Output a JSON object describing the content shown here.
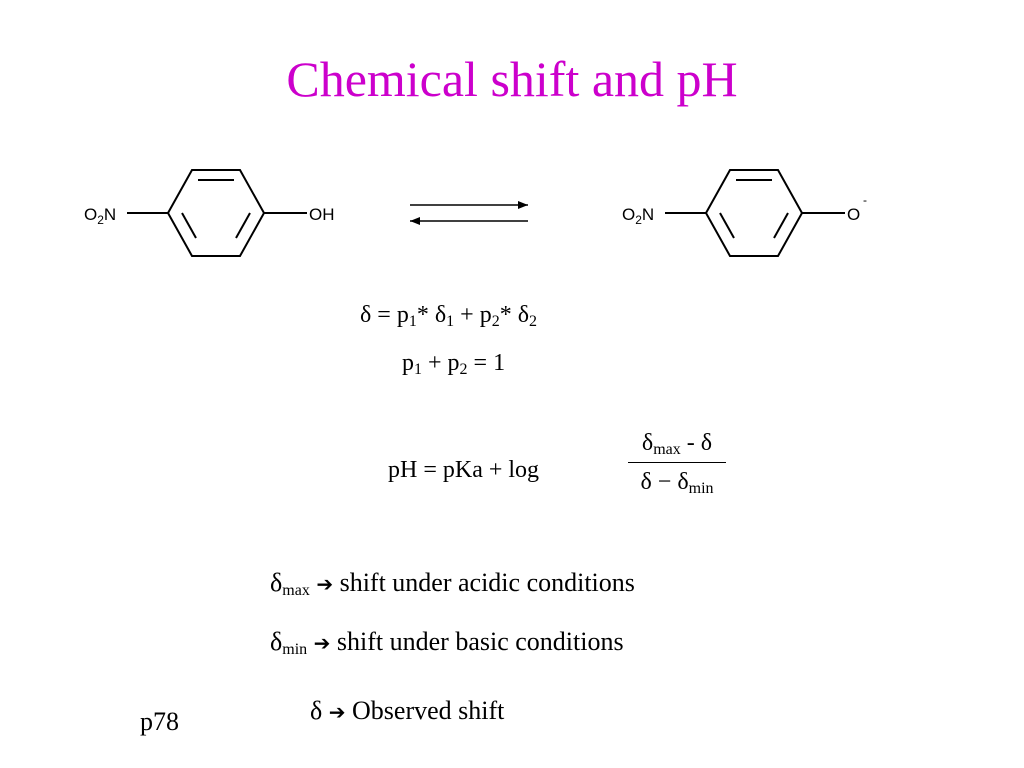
{
  "title": {
    "text": "Chemical shift and pH",
    "color": "#cc00cc"
  },
  "scheme": {
    "left_molecule": {
      "substituent_left": "O",
      "substituent_left_sub": "2",
      "substituent_left_tail": "N",
      "substituent_right": "OH"
    },
    "right_molecule": {
      "substituent_left": "O",
      "substituent_left_sub": "2",
      "substituent_left_tail": "N",
      "substituent_right": "O",
      "charge": "-"
    }
  },
  "equations": {
    "delta_symbol": "δ",
    "eq1": {
      "lhs": "δ = p",
      "s1": "1",
      "mid1": "* δ",
      "s2": "1",
      "mid2": " + p",
      "s3": "2",
      "mid3": "* δ",
      "s4": "2"
    },
    "eq2": {
      "p": "p",
      "s1": "1",
      "plus": " + p",
      "s2": "2",
      "rhs": " = 1"
    },
    "eq3": {
      "lhs": "pH = pKa + log",
      "num_delta": "δ",
      "num_sub": "max",
      "num_tail": " - δ",
      "den_head": "δ − δ",
      "den_sub": "min"
    }
  },
  "definitions": [
    {
      "symbol": "δ",
      "sub": "max",
      "arrow": "➔",
      "text": " shift under acidic conditions"
    },
    {
      "symbol": "δ",
      "sub": "min",
      "arrow": "➔",
      "text": " shift under basic conditions"
    },
    {
      "symbol": "δ",
      "sub": "",
      "arrow": "➔",
      "text": " Observed shift"
    }
  ],
  "page_label": "p78"
}
